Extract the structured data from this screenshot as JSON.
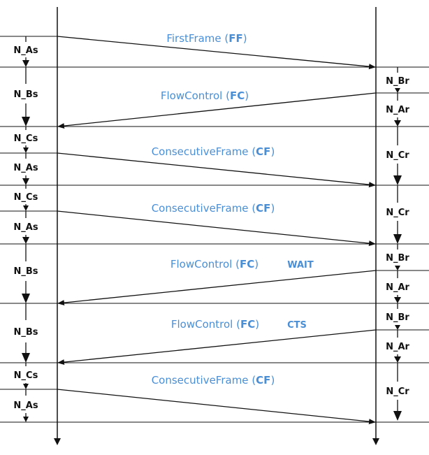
{
  "timers": {
    "left": [
      {
        "label": "N_As"
      },
      {
        "label": "N_Bs"
      },
      {
        "label": "N_Cs"
      },
      {
        "label": "N_As"
      },
      {
        "label": "N_Cs"
      },
      {
        "label": "N_As"
      },
      {
        "label": "N_Bs"
      },
      {
        "label": "N_Bs"
      },
      {
        "label": "N_Cs"
      },
      {
        "label": "N_As"
      }
    ],
    "right": [
      {
        "label": "N_Br"
      },
      {
        "label": "N_Ar"
      },
      {
        "label": "N_Cr"
      },
      {
        "label": "N_Cr"
      },
      {
        "label": "N_Br"
      },
      {
        "label": "N_Ar"
      },
      {
        "label": "N_Br"
      },
      {
        "label": "N_Ar"
      },
      {
        "label": "N_Cr"
      }
    ]
  },
  "messages": [
    {
      "name": "FirstFrame",
      "abbr": "FF",
      "note": ""
    },
    {
      "name": "FlowControl",
      "abbr": "FC",
      "note": ""
    },
    {
      "name": "ConsecutiveFrame",
      "abbr": "CF",
      "note": ""
    },
    {
      "name": "ConsecutiveFrame",
      "abbr": "CF",
      "note": ""
    },
    {
      "name": "FlowControl",
      "abbr": "FC",
      "note": "WAIT"
    },
    {
      "name": "FlowControl",
      "abbr": "FC",
      "note": "CTS"
    },
    {
      "name": "ConsecutiveFrame",
      "abbr": "CF",
      "note": ""
    }
  ],
  "colors": {
    "message_text": "#4a8fd6",
    "lines": "#111111"
  }
}
